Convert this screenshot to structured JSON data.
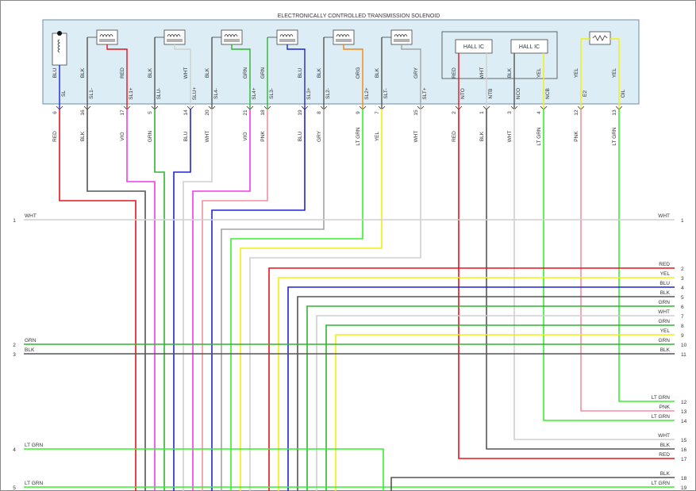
{
  "title": "ELECTRONICALLY CONTROLLED TRANSMISSION SOLENOID",
  "colors": {
    "RED": "#e8131b",
    "BLK": "#555555",
    "VIO": "#f23ae8",
    "GRN": "#2fb52f",
    "BLU": "#1f24d6",
    "WHT": "#cfcfcf",
    "PNK": "#f58f9f",
    "GRY": "#a3a3a3",
    "LT GRN": "#36f02e",
    "YEL": "#f1f00e",
    "ORG": "#f08a12",
    "component_fill": "#dcedf5",
    "component_border": "#6a8fa3"
  },
  "icons": [
    "solenoid-icon",
    "hall-ic-icon",
    "thermistor-icon",
    "connector-pin-icon"
  ],
  "components": [
    {
      "type": "solenoid-dot",
      "wires": [
        "BLU"
      ]
    },
    {
      "type": "solenoid",
      "wires": [
        "BLK",
        "RED"
      ]
    },
    {
      "type": "solenoid",
      "wires": [
        "BLK",
        "WHT"
      ]
    },
    {
      "type": "solenoid",
      "wires": [
        "BLK",
        "GRN"
      ]
    },
    {
      "type": "solenoid",
      "wires": [
        "GRN",
        "BLU"
      ]
    },
    {
      "type": "solenoid",
      "wires": [
        "BLK",
        "ORG"
      ]
    },
    {
      "type": "solenoid",
      "wires": [
        "BLK",
        "GRY"
      ]
    },
    {
      "type": "hall",
      "label": "HALL IC",
      "wires": [
        "RED",
        "WHT"
      ]
    },
    {
      "type": "hall",
      "label": "HALL IC",
      "wires": [
        "BLK",
        "YEL"
      ]
    },
    {
      "type": "thermistor",
      "wires": [
        "YEL",
        "YEL"
      ]
    }
  ],
  "pins": [
    {
      "name": "SL",
      "number": "6",
      "inner": "BLU",
      "outer": "RED"
    },
    {
      "name": "SL1-",
      "number": "16",
      "inner": "BLK",
      "outer": "BLK"
    },
    {
      "name": "SL1+",
      "number": "17",
      "inner": "RED",
      "outer": "VIO"
    },
    {
      "name": "SLU-",
      "number": "5",
      "inner": "BLK",
      "outer": "GRN"
    },
    {
      "name": "SLU+",
      "number": "14",
      "inner": "WHT",
      "outer": "BLU"
    },
    {
      "name": "SL4-",
      "number": "20",
      "inner": "BLK",
      "outer": "WHT"
    },
    {
      "name": "SL4+",
      "number": "21",
      "inner": "GRN",
      "outer": "VIO"
    },
    {
      "name": "SL3-",
      "number": "18",
      "inner": "GRN",
      "outer": "PNK"
    },
    {
      "name": "SL3+",
      "number": "19",
      "inner": "BLU",
      "outer": "BLU"
    },
    {
      "name": "SL2-",
      "number": "8",
      "inner": "BLK",
      "outer": "GRY"
    },
    {
      "name": "SL2+",
      "number": "9",
      "inner": "ORG",
      "outer": "LT GRN"
    },
    {
      "name": "SLT-",
      "number": "7",
      "inner": "BLK",
      "outer": "YEL"
    },
    {
      "name": "SLT+",
      "number": "15",
      "inner": "GRY",
      "outer": "WHT"
    },
    {
      "name": "NTO",
      "number": "2",
      "inner": "RED",
      "outer": "RED"
    },
    {
      "name": "NTB",
      "number": "1",
      "inner": "WHT",
      "outer": "BLK"
    },
    {
      "name": "NCO",
      "number": "3",
      "inner": "BLK",
      "outer": "WHT"
    },
    {
      "name": "NCB",
      "number": "4",
      "inner": "YEL",
      "outer": "LT GRN"
    },
    {
      "name": "E2",
      "number": "12",
      "inner": "YEL",
      "outer": "PNK"
    },
    {
      "name": "OIL",
      "number": "13",
      "inner": "YEL",
      "outer": "LT GRN"
    }
  ],
  "left_bus": [
    {
      "number": "1",
      "label": "WHT",
      "color": "WHT"
    },
    {
      "number": "2",
      "label": "GRN",
      "color": "GRN"
    },
    {
      "number": "3",
      "label": "BLK",
      "color": "BLK"
    },
    {
      "number": "4",
      "label": "LT GRN",
      "color": "LT GRN"
    },
    {
      "number": "5",
      "label": "LT GRN",
      "color": "LT GRN"
    }
  ],
  "right_bus": [
    {
      "number": "1",
      "label": "WHT",
      "color": "WHT"
    },
    {
      "number": "2",
      "label": "RED",
      "color": "RED"
    },
    {
      "number": "3",
      "label": "YEL",
      "color": "YEL"
    },
    {
      "number": "4",
      "label": "BLU",
      "color": "BLU"
    },
    {
      "number": "5",
      "label": "BLK",
      "color": "BLK"
    },
    {
      "number": "6",
      "label": "GRN",
      "color": "GRN"
    },
    {
      "number": "7",
      "label": "WHT",
      "color": "WHT"
    },
    {
      "number": "8",
      "label": "GRN",
      "color": "GRN"
    },
    {
      "number": "9",
      "label": "YEL",
      "color": "YEL"
    },
    {
      "number": "10",
      "label": "GRN",
      "color": "GRN"
    },
    {
      "number": "11",
      "label": "BLK",
      "color": "BLK"
    },
    {
      "number": "12",
      "label": "LT GRN",
      "color": "LT GRN"
    },
    {
      "number": "13",
      "label": "PNK",
      "color": "PNK"
    },
    {
      "number": "14",
      "label": "LT GRN",
      "color": "LT GRN"
    },
    {
      "number": "15",
      "label": "WHT",
      "color": "WHT"
    },
    {
      "number": "16",
      "label": "BLK",
      "color": "BLK"
    },
    {
      "number": "17",
      "label": "RED",
      "color": "RED"
    },
    {
      "number": "18",
      "label": "BLK",
      "color": "BLK"
    },
    {
      "number": "19",
      "label": "LT GRN",
      "color": "LT GRN"
    }
  ]
}
